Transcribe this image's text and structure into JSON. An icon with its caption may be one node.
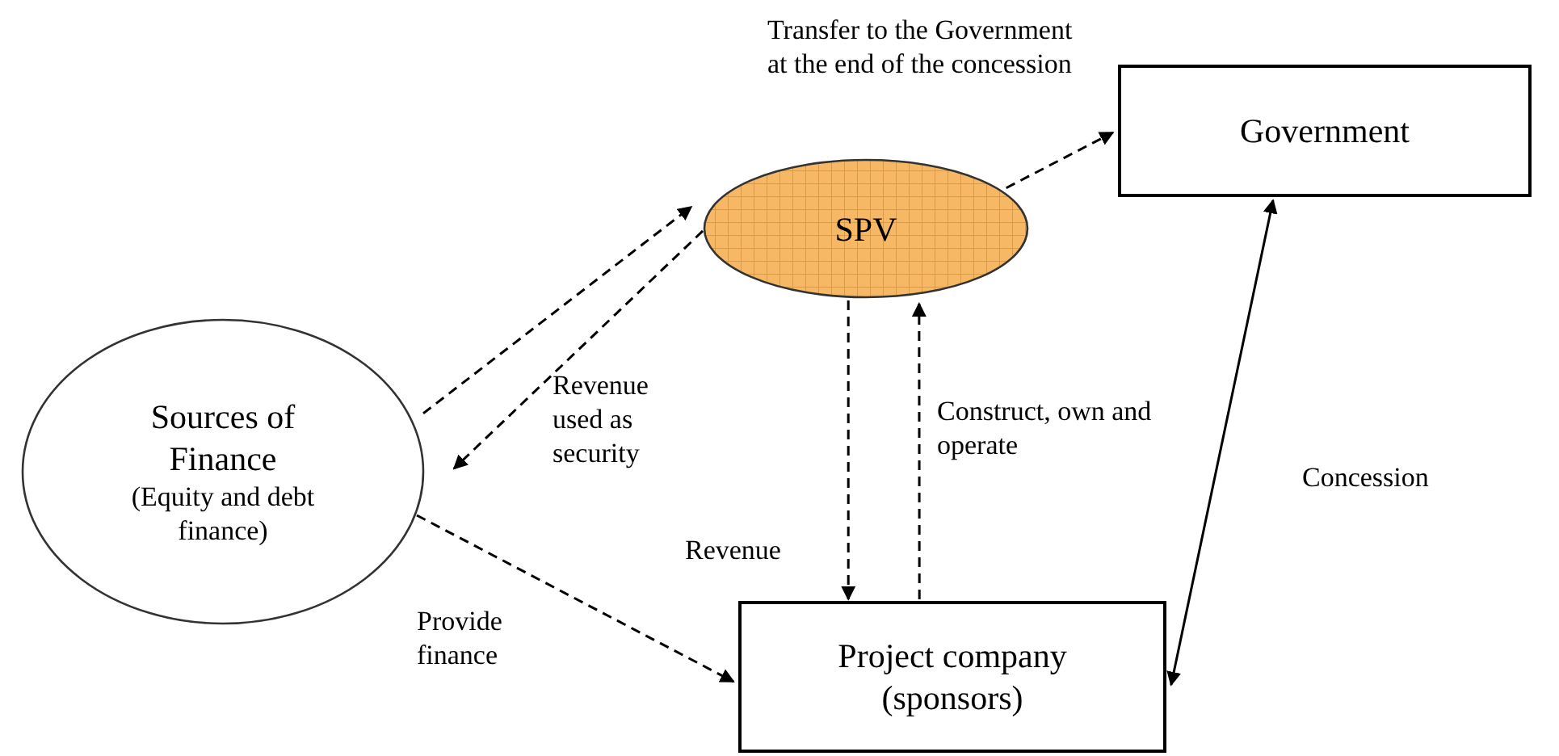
{
  "diagram": {
    "nodes": [
      {
        "text": [
          "Sources of Finance",
          "(Equity and debt finance)"
        ]
      },
      {
        "text": [
          "SPV"
        ]
      },
      {
        "text": [
          "Government"
        ]
      },
      {
        "text": [
          "Project company (sponsors)"
        ]
      }
    ],
    "edges": [
      {
        "from": 0,
        "to": 1,
        "arrow": "to",
        "style": "dashed"
      },
      {
        "from": 1,
        "to": 0,
        "arrow": "to",
        "style": "dashed",
        "label": "Revenue used as security"
      },
      {
        "from": 1,
        "to": 2,
        "arrow": "to",
        "style": "dashed",
        "label": "Transfer to the Government at the end of the concession"
      },
      {
        "from": 1,
        "to": 3,
        "arrow": "to",
        "style": "dashed",
        "label": "Revenue"
      },
      {
        "from": 3,
        "to": 1,
        "arrow": "to",
        "style": "dashed",
        "label": "Construct, own and operate"
      },
      {
        "from": 0,
        "to": 3,
        "arrow": "to",
        "style": "dashed",
        "label": "Provide finance"
      },
      {
        "from": 2,
        "to": 3,
        "arrow": "both",
        "label": "Concession"
      }
    ]
  }
}
